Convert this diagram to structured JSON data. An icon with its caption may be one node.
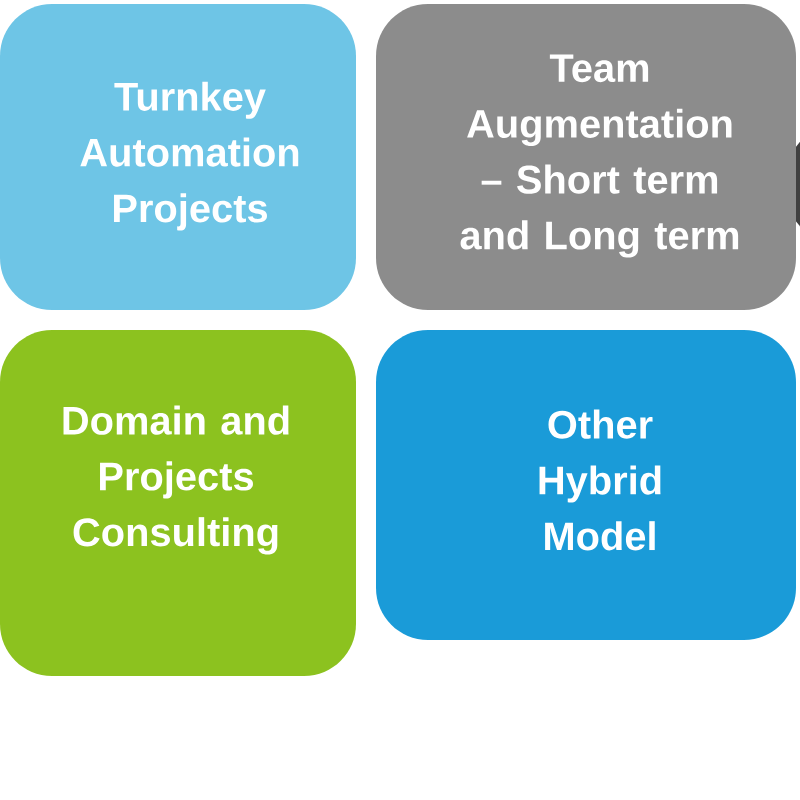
{
  "diagram": {
    "nodes": [
      {
        "text": [
          "Turnkey Automation Projects"
        ]
      },
      {
        "text": [
          "Team Augmentation – Short term and Long term"
        ]
      },
      {
        "text": [
          "Domain and Projects Consulting"
        ]
      },
      {
        "text": [
          "Other Hybrid Model"
        ]
      }
    ]
  }
}
